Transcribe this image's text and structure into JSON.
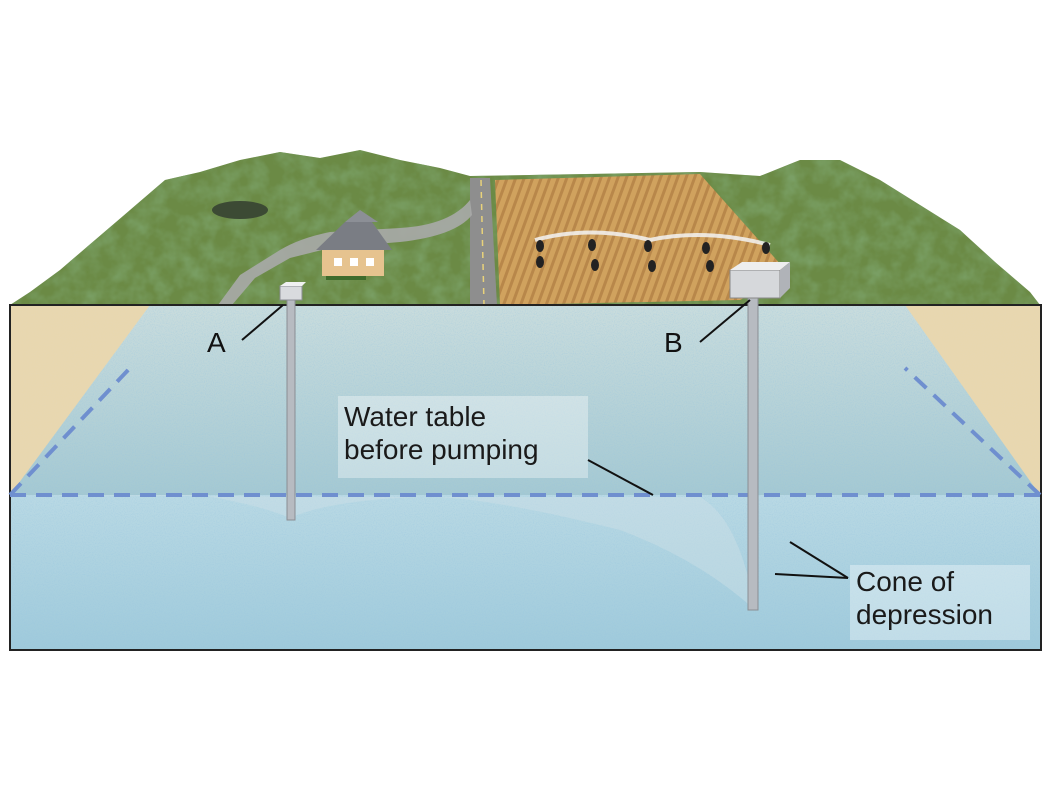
{
  "labels": {
    "well_a": "A",
    "well_b": "B",
    "water_table_line1": "Water table",
    "water_table_line2": "before pumping",
    "cone_line1": "Cone of",
    "cone_line2": "depression"
  },
  "colors": {
    "sand": "#e6d5ad",
    "water": "#a9cfdc",
    "water_dark": "#6fb0c9",
    "water_table_dash": "#6f8fcf",
    "well_pipe": "#b8bcc2",
    "vegetation": "#6e8f46",
    "field": "#c99a55",
    "road": "#9a9a9a",
    "house_roof": "#7d7f86",
    "house_wall": "#e8c89a"
  },
  "icons": {
    "house": "house-icon",
    "well_a": "well-head-icon",
    "well_b": "pump-house-icon",
    "irrigation": "irrigation-pivot-icon"
  }
}
